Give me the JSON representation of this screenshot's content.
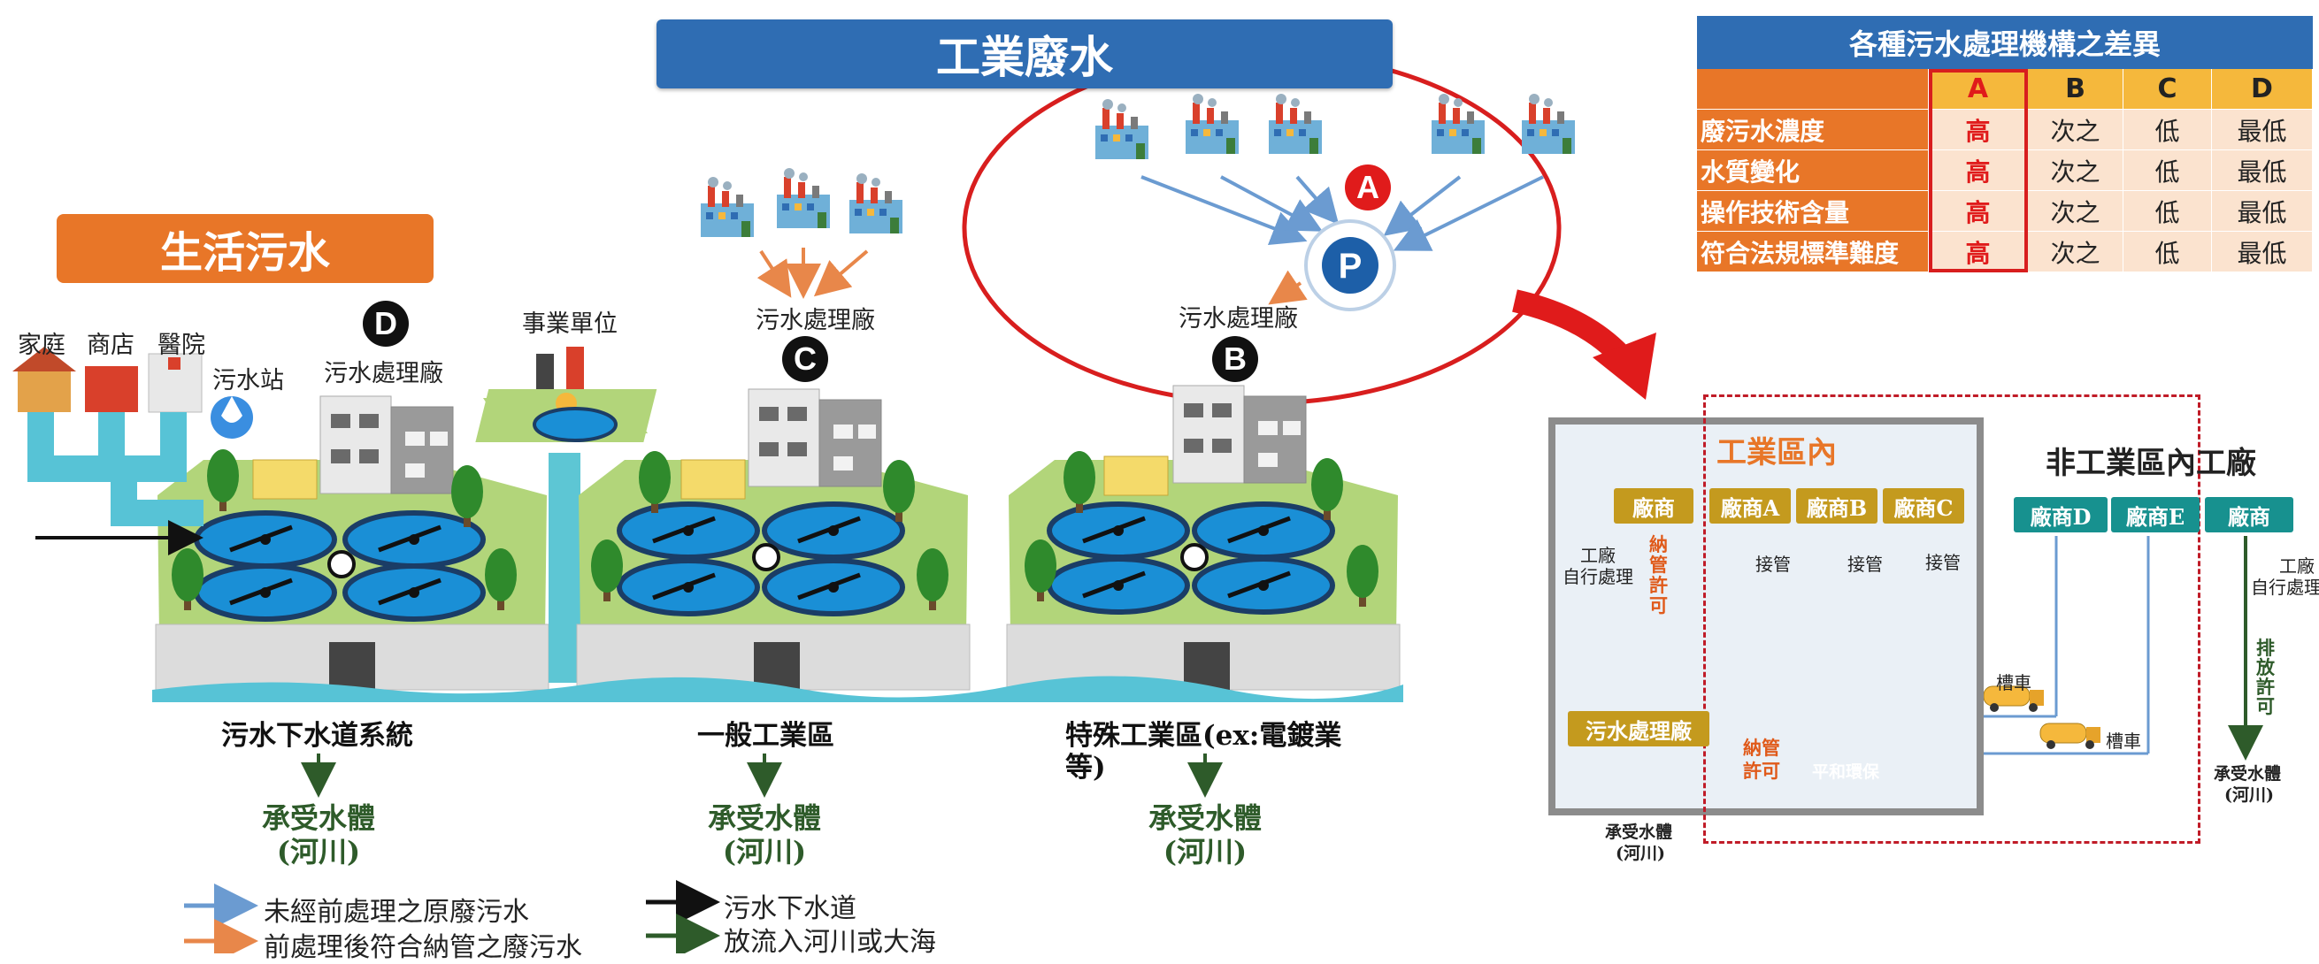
{
  "top_banner": "工業廢水",
  "left_banner": "生活污水",
  "labels": {
    "home": "家庭",
    "shop": "商店",
    "hospital": "醫院",
    "pump_station": "污水站",
    "plant_d": "污水處理廠",
    "business_unit": "事業單位",
    "plant_c": "污水處理廠",
    "plant_b": "污水處理廠",
    "letter_a": "A",
    "letter_b": "B",
    "letter_c": "C",
    "letter_d": "D"
  },
  "sections": [
    {
      "name": "污水下水道系統",
      "receiving": "承受水體",
      "receiving2": "(河川)"
    },
    {
      "name": "一般工業區",
      "receiving": "承受水體",
      "receiving2": "(河川)"
    },
    {
      "name": "特殊工業區(ex:電鍍業",
      "name2": "等)",
      "receiving": "承受水體",
      "receiving2": "(河川)"
    }
  ],
  "legend": [
    {
      "text": "未經前處理之原廢污水",
      "color": "#6b9bd1"
    },
    {
      "text": "前處理後符合納管之廢污水",
      "color": "#e8874a"
    },
    {
      "text": "污水下水道",
      "color": "#111111"
    },
    {
      "text": "放流入河川或大海",
      "color": "#2e5b2a"
    }
  ],
  "table": {
    "title": "各種污水處理機構之差異",
    "columns": [
      "",
      "A",
      "B",
      "C",
      "D"
    ],
    "rows": [
      [
        "廢污水濃度",
        "高",
        "次之",
        "低",
        "最低"
      ],
      [
        "水質變化",
        "高",
        "次之",
        "低",
        "最低"
      ],
      [
        "操作技術含量",
        "高",
        "次之",
        "低",
        "最低"
      ],
      [
        "符合法規標準難度",
        "高",
        "次之",
        "低",
        "最低"
      ]
    ]
  },
  "right_diagram": {
    "inside_title": "工業區內",
    "outside_title": "非工業區內工廠",
    "vendor": "廠商",
    "vendor_a": "廠商A",
    "vendor_b": "廠商B",
    "vendor_c": "廠商C",
    "vendor_d": "廠商D",
    "vendor_e": "廠商E",
    "vendor_out": "廠商",
    "self_treat_1": "工廠",
    "self_treat_2": "自行處理",
    "permit_vertical": "納管許可",
    "connect": "接管",
    "plant": "污水處理廠",
    "permit_h1": "納管",
    "permit_h2": "許可",
    "receiving1": "承受水體",
    "receiving2": "(河川)",
    "tanker": "槽車",
    "hub_name": "平和環保",
    "out_self_1": "工廠",
    "out_self_2": "自行處理",
    "discharge_permit": "排放許可",
    "out_receiving1": "承受水體",
    "out_receiving2": "(河川)"
  },
  "colors": {
    "blue_banner": "#2f6db3",
    "orange_banner": "#e87628",
    "red_highlight": "#e01b1b",
    "tag_gold": "#c49a1e",
    "tag_teal": "#17918f"
  }
}
